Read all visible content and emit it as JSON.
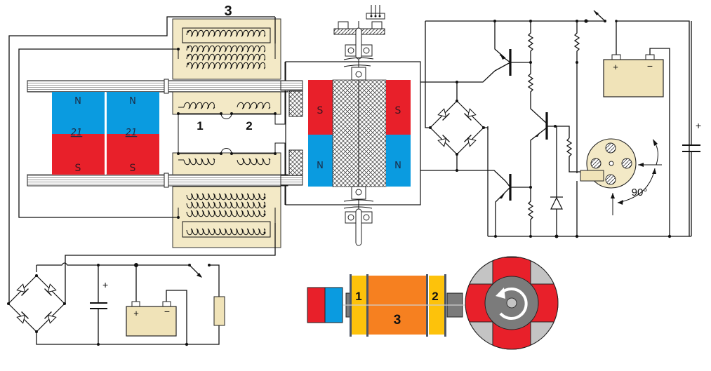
{
  "diagram": {
    "title": "Magnetic generator with stator windings, rectifier charging circuits and rotor assembly",
    "colors": {
      "north_pole": "#0a9be0",
      "south_pole": "#e8202a",
      "coil_housing": "#f3e9c6",
      "battery": "#f0e3b8",
      "rotor_core": "#f68020",
      "coil_end": "#fdc20b",
      "disc_red": "#e8202a",
      "disc_gray": "#c4c4c4",
      "disc_hub": "#7b7b7b"
    },
    "labels": {
      "coil_group_3": "3",
      "coil_1": "1",
      "coil_2": "2",
      "rotor_coil_1": "1",
      "rotor_coil_2": "2",
      "rotor_core_3": "3",
      "angle": "90°",
      "capacitor_polarity": "+",
      "capacitor_polarity_right": "+",
      "battery_pos": "+",
      "battery_neg": "−",
      "battery2_pos": "+",
      "battery2_neg": "−"
    },
    "left_magnets": [
      {
        "top": "N",
        "bottom": "S",
        "mark": "21"
      },
      {
        "top": "N",
        "bottom": "S",
        "mark": "21"
      }
    ],
    "center_magnets": {
      "left_top": "S",
      "left_bottom": "N",
      "right_top": "S",
      "right_bottom": "N"
    },
    "rotation_icon": "counterclockwise-arrow"
  }
}
